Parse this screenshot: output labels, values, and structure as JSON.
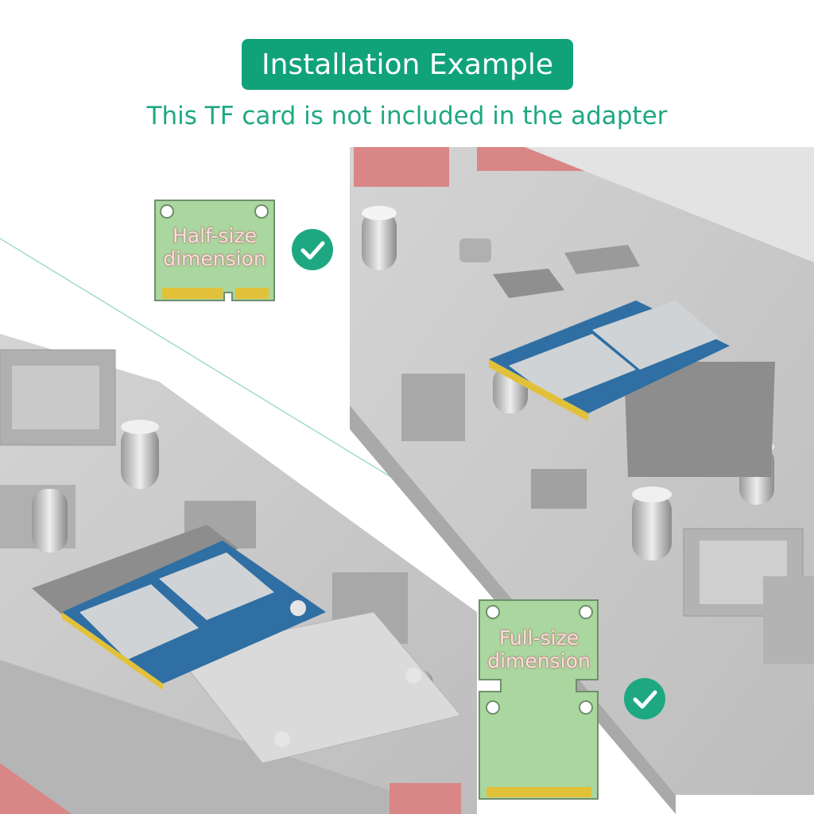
{
  "header": {
    "title": "Installation Example",
    "subtitle": "This TF card is not included in the adapter"
  },
  "cards": {
    "half_size_label": "Half-size\ndimension",
    "full_size_label": "Full-size\ndimension"
  },
  "colors": {
    "accent": "#1ea882",
    "banner_bg": "#10a37a",
    "card_green": "#a9d79f",
    "card_border": "#6f8f6b",
    "gold": "#e2c13a",
    "board_gray": "#c8c8c8",
    "connector_red": "#e08a8a",
    "pcb_blue": "#2f6fa3"
  },
  "icons": {
    "check": "check-circle-icon"
  }
}
